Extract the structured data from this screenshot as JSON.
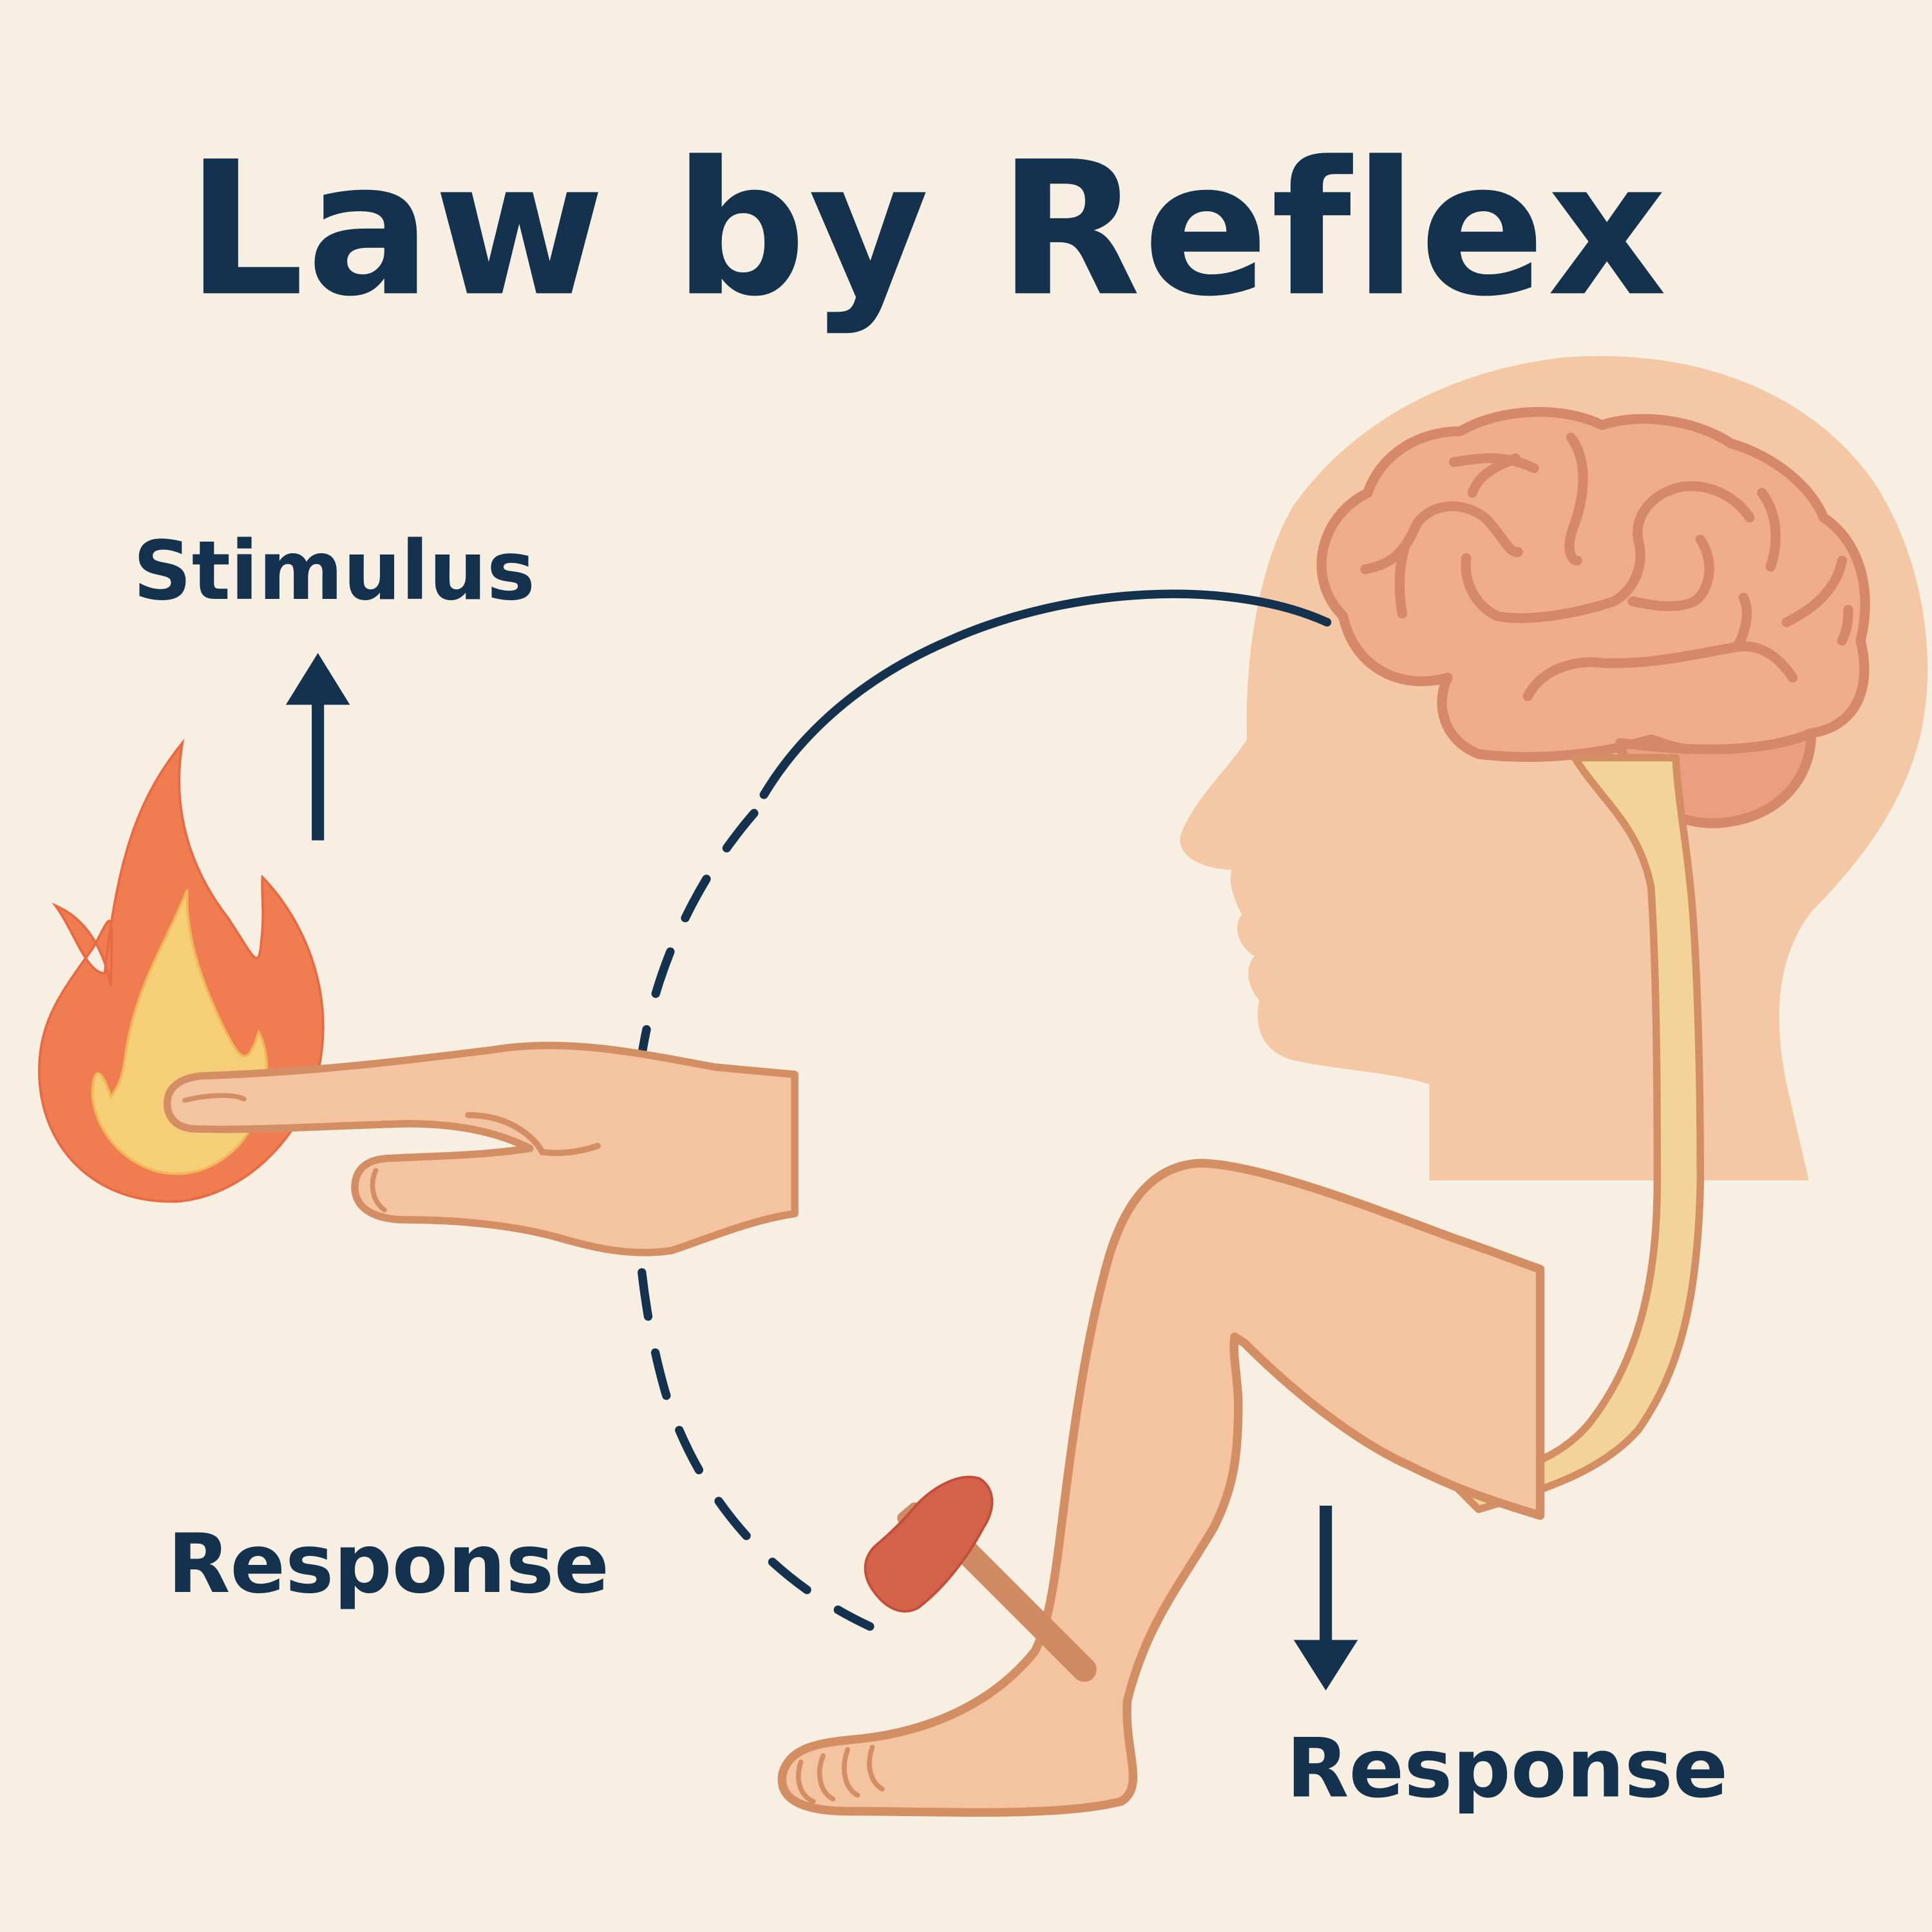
{
  "title": "Law by Reflex",
  "labels": {
    "stimulus": "Stimulus",
    "response_left": "Response",
    "response_right": "Response"
  },
  "arrows": {
    "stimulus_direction": "up",
    "response_direction": "down"
  },
  "illustration": {
    "elements": [
      "fire",
      "hand-touching-fire",
      "head-silhouette",
      "brain",
      "spinal-cord",
      "leg",
      "reflex-hammer",
      "neural-pathway-solid",
      "neural-pathway-dashed"
    ]
  },
  "colors": {
    "background": "#f6efe2",
    "text_dark_navy": "#14324d",
    "skin": "#f4c4a0",
    "skin_outline": "#d38e63",
    "brain": "#f0ad8c",
    "brain_outline": "#d5896a",
    "spinal_cord": "#f2d39c",
    "fire_outer": "#f07c52",
    "fire_inner": "#f7ce78",
    "hammer_head": "#d4614a",
    "hammer_handle": "#cf8b63"
  }
}
